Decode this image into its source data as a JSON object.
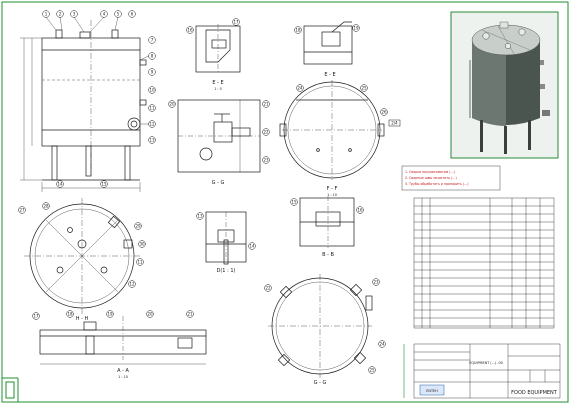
{
  "sheet": {
    "views": {
      "view_e": "E - E",
      "view_f": "F - F",
      "view_g": "G - G",
      "view_h": "H - H",
      "view_a": "A - A",
      "view_d": "D(1 : 1)",
      "view_b": "B - B",
      "scale_1_10": "1 : 10",
      "scale_1_5": "1 : 5"
    },
    "callout_numbers": [
      "1",
      "2",
      "3",
      "4",
      "5",
      "6",
      "7",
      "8",
      "9",
      "10",
      "11",
      "12",
      "13",
      "14",
      "15",
      "16",
      "17",
      "18",
      "19",
      "20",
      "21",
      "22",
      "23",
      "24",
      "25",
      "26",
      "27",
      "28",
      "29",
      "30"
    ],
    "notes": {
      "lines": [
        "1. Сварка полуавтоматом (…)",
        "2. Сварные швы зачистить (…)",
        "3. Трубы обработать и пропарить (…)"
      ]
    },
    "title_block": {
      "company": "FOOD EQUIPMENT",
      "brand": "ENTEH",
      "code": "EQUIPMENT (…) .00"
    },
    "highlight_tag": "2/4"
  }
}
